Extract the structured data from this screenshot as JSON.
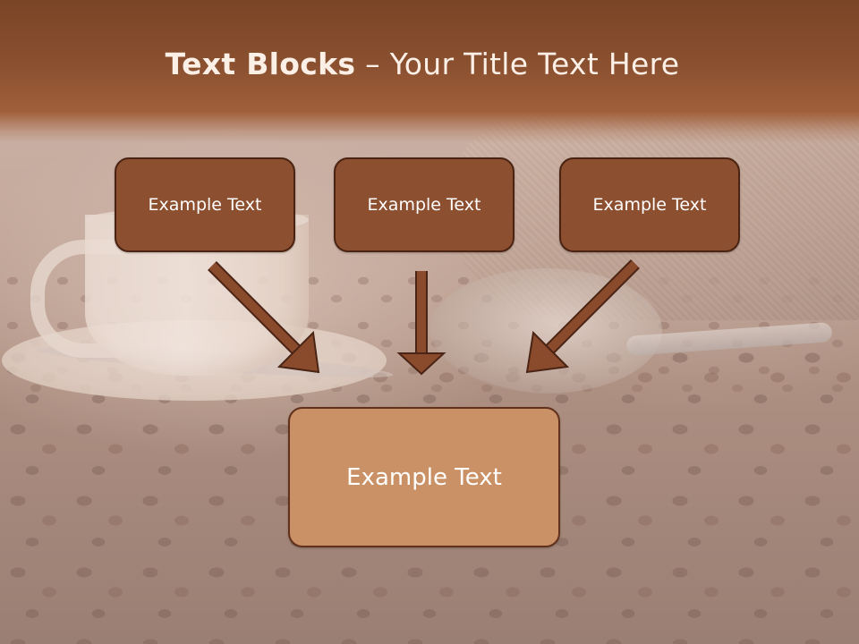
{
  "slide": {
    "title_bold": "Text Blocks",
    "title_rest": " – Your Title Text Here"
  },
  "boxes": {
    "top_left": "Example Text",
    "top_center": "Example Text",
    "top_right": "Example Text",
    "bottom": "Example Text"
  },
  "colors": {
    "title_band": "#8a5030",
    "top_box_fill": "#8c4f2f",
    "bottom_box_fill": "#c99165",
    "arrow": "#8a4a2c"
  }
}
